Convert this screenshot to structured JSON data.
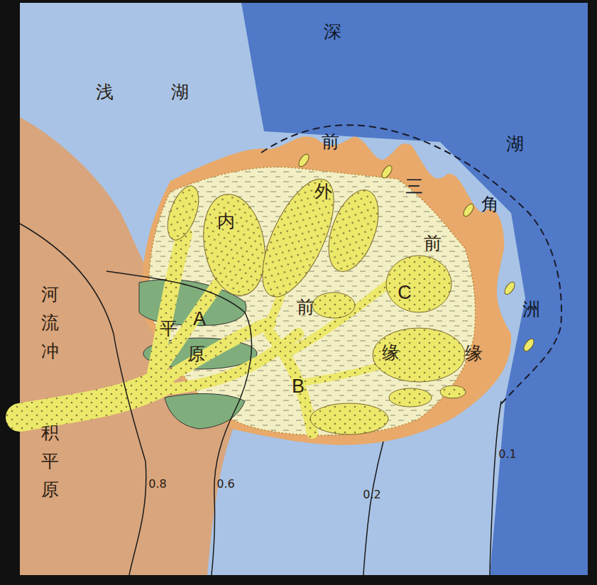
{
  "diagram": {
    "labels": [
      "浅",
      "湖",
      "深",
      "湖",
      "前",
      "三",
      "角",
      "洲",
      "外",
      "前",
      "缘",
      "内",
      "前",
      "缘",
      "平",
      "A",
      "原",
      "B",
      "C",
      "河流冲",
      "积平原",
      "0.8",
      "0.6",
      "0.2",
      "0.1"
    ]
  }
}
